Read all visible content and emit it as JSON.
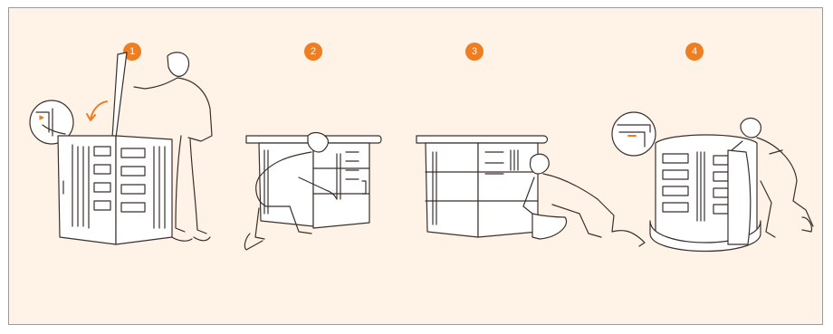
{
  "steps": [
    {
      "number": "1"
    },
    {
      "number": "2"
    },
    {
      "number": "3"
    },
    {
      "number": "4"
    }
  ],
  "colors": {
    "background": "#fff3e8",
    "accent": "#ef7d22",
    "line": "#3b2f2a",
    "border": "#9a9a9a"
  },
  "icons": [
    "curved-arrow-icon",
    "zoom-detail-icon",
    "hinge-detail-icon"
  ]
}
